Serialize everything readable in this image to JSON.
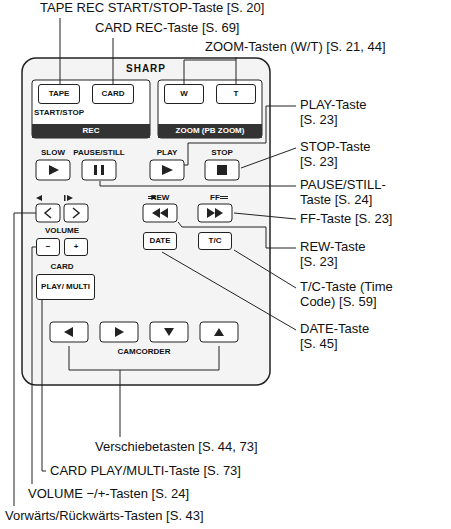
{
  "diagram": {
    "nodes": [
      {
        "text": [
          "TAPE"
        ]
      },
      {
        "text": [
          "CARD"
        ]
      },
      {
        "text": [
          "W"
        ]
      },
      {
        "text": [
          "T"
        ]
      },
      {
        "text": [
          "−"
        ]
      },
      {
        "text": [
          "+"
        ]
      },
      {
        "text": [
          "DATE"
        ]
      },
      {
        "text": [
          "T/C"
        ]
      },
      {
        "text": [
          "PLAY/ MULTI"
        ]
      }
    ],
    "labels": [
      "TAPE REC START/STOP-Taste [S. 20]",
      "CARD REC-Taste [S. 69]",
      "ZOOM-Tasten (W/T) [S. 21, 44]",
      "PLAY-Taste [S. 23]",
      "STOP-Taste [S. 23]",
      "PAUSE/STILL-Taste [S. 24]",
      "FF-Taste [S. 23]",
      "REW-Taste [S. 23]",
      "T/C-Taste (Time Code) [S. 59]",
      "DATE-Taste [S. 45]",
      "Verschiebetasten [S. 44, 73]",
      "CARD PLAY/MULTI-Taste [S. 73]",
      "VOLUME −/+-Tasten [S. 24]",
      "Vorwärts/Rückwärts-Tasten [S. 43]",
      "SHARP",
      "START/STOP",
      "REC",
      "ZOOM (PB ZOOM)",
      "SLOW",
      "PAUSE/STILL",
      "PLAY",
      "STOP",
      "REW",
      "FF",
      "VOLUME",
      "CARD",
      "CAMCORDER"
    ]
  }
}
